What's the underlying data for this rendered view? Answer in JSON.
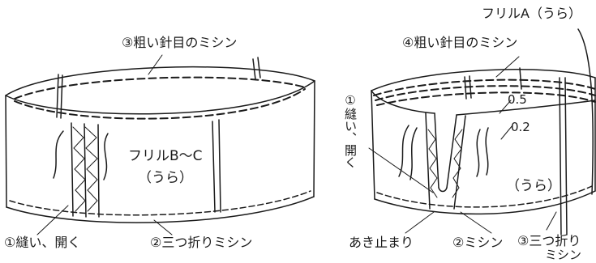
{
  "left": {
    "label_coarse_stitch": "③粗い針目のミシン",
    "label_frill": "フリルB～C",
    "label_reverse": "（うら）",
    "label_sew_open": "①縫い、開く",
    "label_triple_fold": "②三つ折りミシン"
  },
  "right": {
    "label_frill_a": "フリルA（うら）",
    "label_coarse_stitch": "④粗い針目のミシン",
    "label_sew_open_vertical": "①縫い、開く",
    "label_measure_05": "0.5",
    "label_measure_02": "0.2",
    "label_reverse": "（うら）",
    "label_opening_stop": "あき止まり",
    "label_machine": "②ミシン",
    "label_triple_fold_1": "③三つ折り",
    "label_triple_fold_2": "ミシン"
  },
  "colors": {
    "line": "#1a1a1a",
    "paper": "#ffffff"
  }
}
